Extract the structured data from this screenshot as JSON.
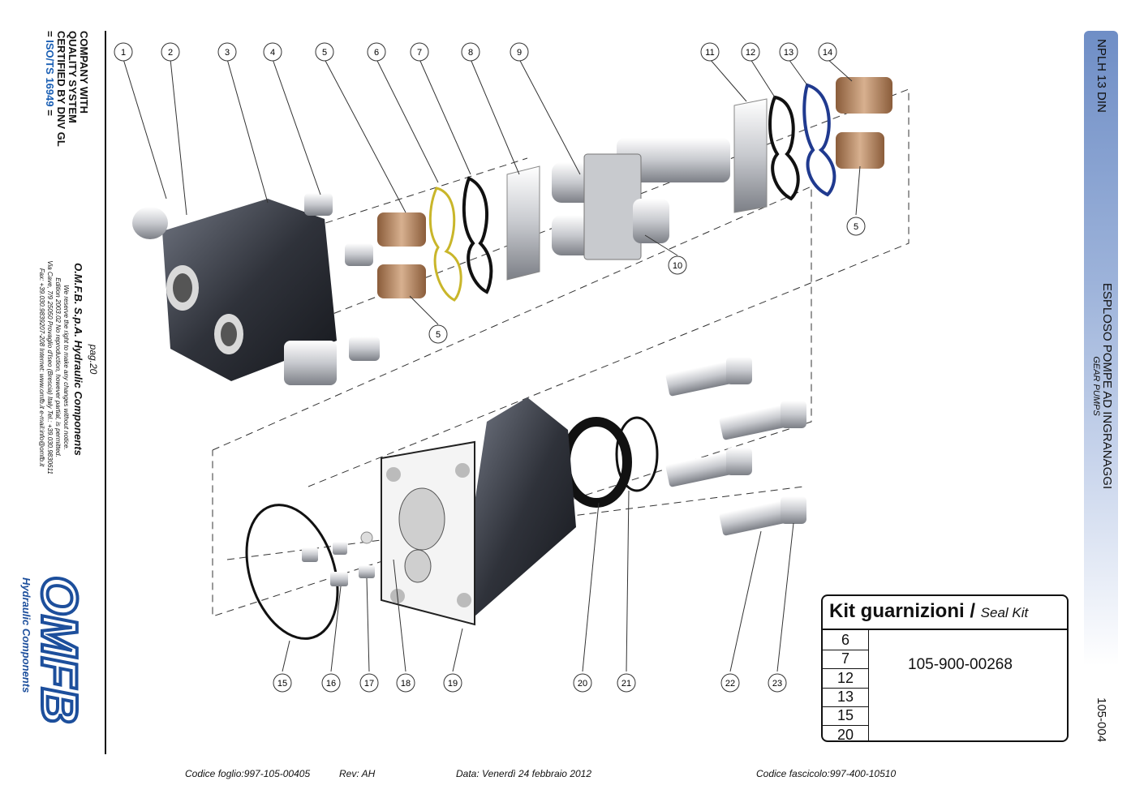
{
  "certification": {
    "line1": "COMPANY WITH",
    "line2": "QUALITY SYSTEM",
    "line3": "CERTIFIED BY DNV GL",
    "iso_prefix": "= ",
    "iso": "ISO/TS 16949",
    "iso_suffix": " ="
  },
  "company": {
    "page": "pag.20",
    "name": "O.M.F.B. S.p.A. Hydraulic Components",
    "notice1": "We reserve the right to make any changes without notice.",
    "notice2": "Edition 2003.02 No reproduction, however partial, is permitted.",
    "address": "Via Cave, 7/9 25050 Provaglio d'Iseo (Brescia) Italy Tel.: +39.030.9830611",
    "contacts": "Fax: +39.030.9839207-208 Internet: www.omfb.it e-mail:info@omfb.it",
    "logo_text": "OMFB",
    "logo_sub": "Hydraulic Components"
  },
  "band": {
    "model": "NPLH 13 DIN",
    "title": "ESPLOSO POMPE AD INGRANAGGI",
    "subtitle": "GEAR PUMPS",
    "code": "105-004",
    "color_top": "#6f8ec6"
  },
  "callouts": [
    "1",
    "2",
    "3",
    "4",
    "5",
    "6",
    "7",
    "8",
    "9",
    "11",
    "12",
    "13",
    "14",
    "5",
    "10",
    "5",
    "15",
    "16",
    "17",
    "18",
    "19",
    "20",
    "21",
    "22",
    "23"
  ],
  "kit": {
    "title": "Kit guarnizioni",
    "separator": " / ",
    "subtitle": "Seal Kit",
    "items": [
      "6",
      "7",
      "12",
      "13",
      "15",
      "20"
    ],
    "code": "105-900-00268"
  },
  "footer": {
    "sheet": "Codice foglio:997-105-00405",
    "rev": "Rev: AH",
    "date": "Data: Venerdì 24 febbraio 2012",
    "file": "Codice fascicolo:997-400-10510"
  }
}
